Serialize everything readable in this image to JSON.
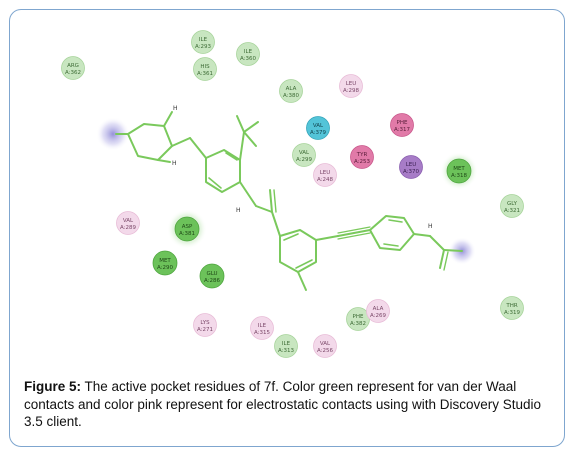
{
  "figure": {
    "caption_label": "Figure 5:",
    "caption_text": " The active pocket residues of 7f. Color green represent for van der Waal contacts and color pink represent for electrostatic contacts using with Discovery Studio 3.5 client."
  },
  "colors": {
    "van_der_waals": "#c8e6c0",
    "van_der_waals_strong": "#6cc25a",
    "electrostatic": "#f3d9ea",
    "electrostatic_strong": "#e17aa8",
    "pi_sigma": "#a77cc7",
    "cation_pi": "#53c4d8",
    "ligand_bond": "#7ac95c",
    "halo": "#b9b6e3"
  },
  "residues": [
    {
      "name": "ILE",
      "num": "A:293",
      "type": "vdw"
    },
    {
      "name": "ILE",
      "num": "A:360",
      "type": "vdw"
    },
    {
      "name": "HIS",
      "num": "A:361",
      "type": "vdw"
    },
    {
      "name": "ARG",
      "num": "A:362",
      "type": "vdw"
    },
    {
      "name": "ALA",
      "num": "A:380",
      "type": "vdw"
    },
    {
      "name": "LEU",
      "num": "A:298",
      "type": "elec"
    },
    {
      "name": "VAL",
      "num": "A:379",
      "type": "cation"
    },
    {
      "name": "PHE",
      "num": "A:317",
      "type": "elec_strong"
    },
    {
      "name": "VAL",
      "num": "A:299",
      "type": "vdw"
    },
    {
      "name": "TYR",
      "num": "A:253",
      "type": "elec_strong"
    },
    {
      "name": "LEU",
      "num": "A:248",
      "type": "elec"
    },
    {
      "name": "LEU",
      "num": "A:370",
      "type": "pisigma"
    },
    {
      "name": "MET",
      "num": "A:318",
      "type": "vdw_strong"
    },
    {
      "name": "GLY",
      "num": "A:321",
      "type": "vdw"
    },
    {
      "name": "VAL",
      "num": "A:289",
      "type": "elec"
    },
    {
      "name": "ASP",
      "num": "A:381",
      "type": "vdw_strong"
    },
    {
      "name": "MET",
      "num": "A:290",
      "type": "vdw_strong"
    },
    {
      "name": "GLU",
      "num": "A:286",
      "type": "vdw_strong"
    },
    {
      "name": "LYS",
      "num": "A:271",
      "type": "elec"
    },
    {
      "name": "ILE",
      "num": "A:315",
      "type": "elec"
    },
    {
      "name": "ILE",
      "num": "A:313",
      "type": "vdw"
    },
    {
      "name": "VAL",
      "num": "A:256",
      "type": "elec"
    },
    {
      "name": "PHE",
      "num": "A:382",
      "type": "vdw"
    },
    {
      "name": "ALA",
      "num": "A:269",
      "type": "elec"
    },
    {
      "name": "THR",
      "num": "A:319",
      "type": "vdw"
    }
  ],
  "ligand_atoms": {
    "h": "H"
  }
}
